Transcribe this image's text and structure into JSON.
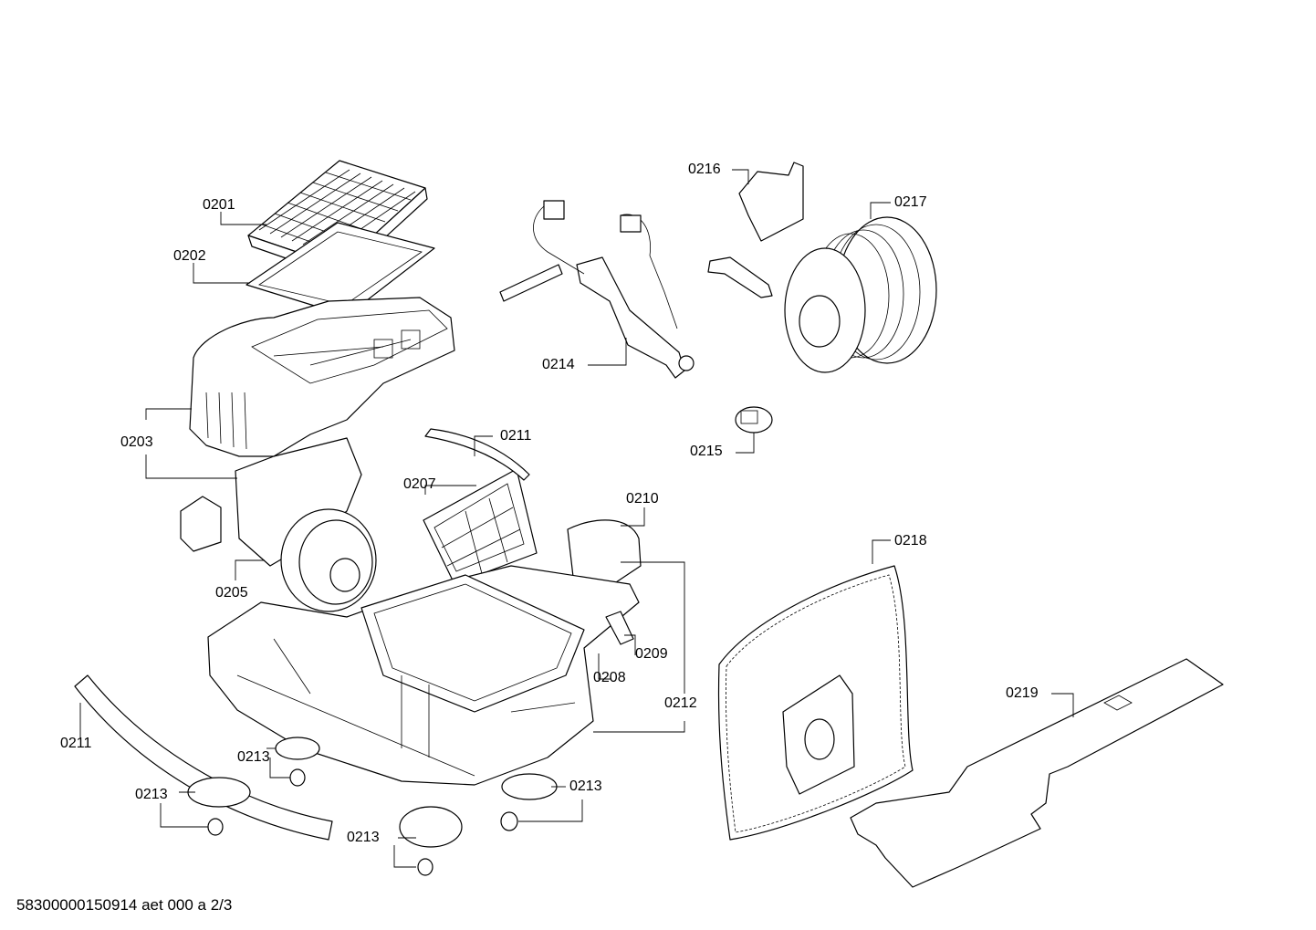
{
  "labels": {
    "p0201": "0201",
    "p0202": "0202",
    "p0203": "0203",
    "p0205": "0205",
    "p0207": "0207",
    "p0208": "0208",
    "p0209": "0209",
    "p0210": "0210",
    "p0211_top": "0211",
    "p0211_left": "0211",
    "p0212": "0212",
    "p0213_a": "0213",
    "p0213_b": "0213",
    "p0213_c": "0213",
    "p0213_d": "0213",
    "p0214": "0214",
    "p0215": "0215",
    "p0216": "0216",
    "p0217": "0217",
    "p0218": "0218",
    "p0219": "0219"
  },
  "footer": "58300000150914 aet 000 a 2/3"
}
